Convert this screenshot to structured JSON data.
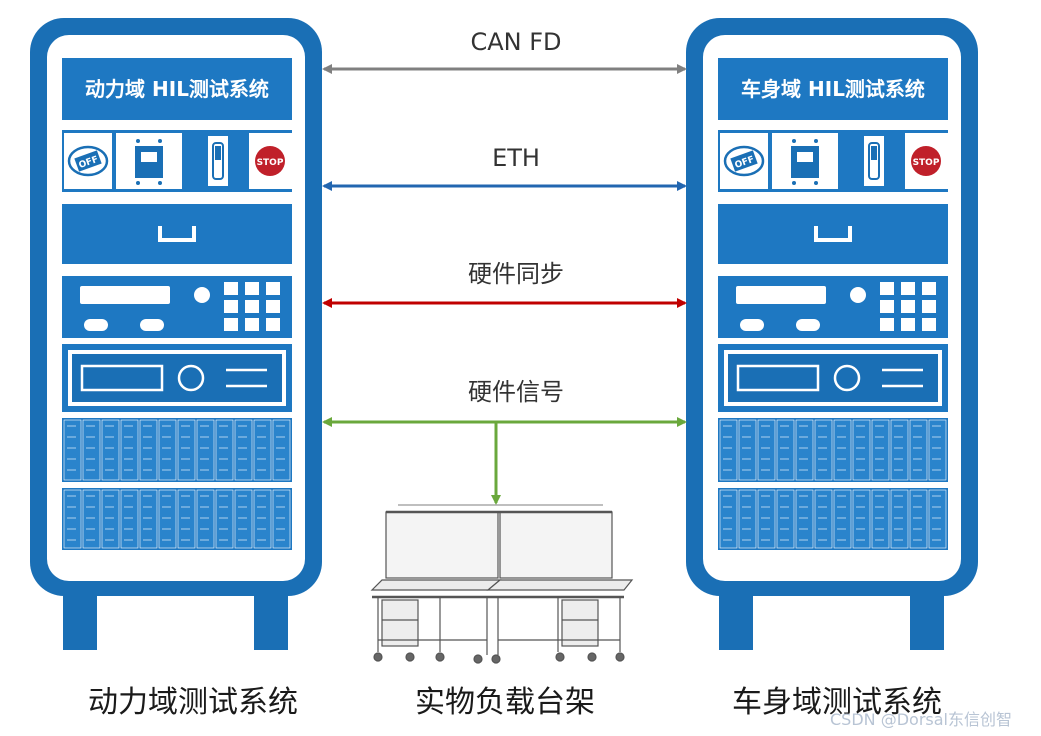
{
  "colors": {
    "rack_blue": "#1a6fb5",
    "panel_blue": "#1e78c2",
    "can_fd_gray": "#808080",
    "eth_blue": "#2266b0",
    "sync_red": "#c00000",
    "signal_green": "#6aa83c"
  },
  "racks": [
    {
      "id": "powertrain",
      "header": "动力域 HIL测试系统",
      "caption": "动力域测试系统",
      "icons": [
        "off-button-icon",
        "circuit-breaker-icon",
        "toggle-switch-icon",
        "stop-button-icon"
      ]
    },
    {
      "id": "body",
      "header": "车身域 HIL测试系统",
      "caption": "车身域测试系统",
      "icons": [
        "off-button-icon",
        "circuit-breaker-icon",
        "toggle-switch-icon",
        "stop-button-icon"
      ]
    }
  ],
  "links": [
    {
      "id": "can-fd",
      "label": "CAN FD",
      "color": "#808080"
    },
    {
      "id": "eth",
      "label": "ETH",
      "color": "#2266b0"
    },
    {
      "id": "hw-sync",
      "label": "硬件同步",
      "color": "#c00000"
    },
    {
      "id": "hw-signal",
      "label": "硬件信号",
      "color": "#6aa83c"
    }
  ],
  "bench": {
    "caption": "实物负载台架"
  },
  "watermark": "CSDN @Dorsal东信创智"
}
